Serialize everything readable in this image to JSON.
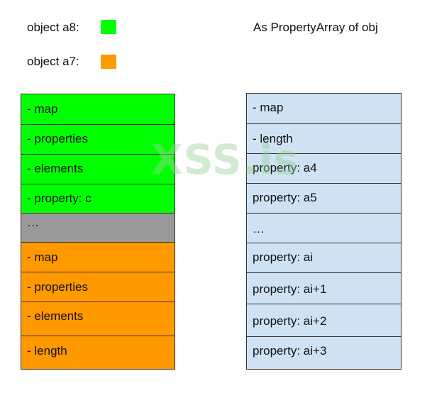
{
  "legend": {
    "items": [
      {
        "label": "object a8:",
        "color": "#00ff00"
      },
      {
        "label": "object a7:",
        "color": "#ff9900"
      }
    ]
  },
  "right_title": "As PropertyArray of obj",
  "left_column": {
    "cells": [
      {
        "label": "- map",
        "color": "#00ff00"
      },
      {
        "label": "- properties",
        "color": "#00ff00"
      },
      {
        "label": "- elements",
        "color": "#00ff00"
      },
      {
        "label": "- property: c",
        "color": "#00ff00"
      },
      {
        "label": "…",
        "color": "#999999"
      },
      {
        "label": "- map",
        "color": "#ff9900"
      },
      {
        "label": "- properties",
        "color": "#ff9900"
      },
      {
        "label": "- elements",
        "color": "#ff9900"
      },
      {
        "label": "- length",
        "color": "#ff9900"
      }
    ]
  },
  "right_column": {
    "color": "#cfe2f3",
    "cells": [
      {
        "label": "- map"
      },
      {
        "label": "- length"
      },
      {
        "label": "property: a4"
      },
      {
        "label": "property: a5"
      },
      {
        "label": "…"
      },
      {
        "label": "property: ai"
      },
      {
        "label": "property: ai+1"
      },
      {
        "label": "property: ai+2"
      },
      {
        "label": "property: ai+3"
      }
    ]
  },
  "watermark": "XSS.is"
}
